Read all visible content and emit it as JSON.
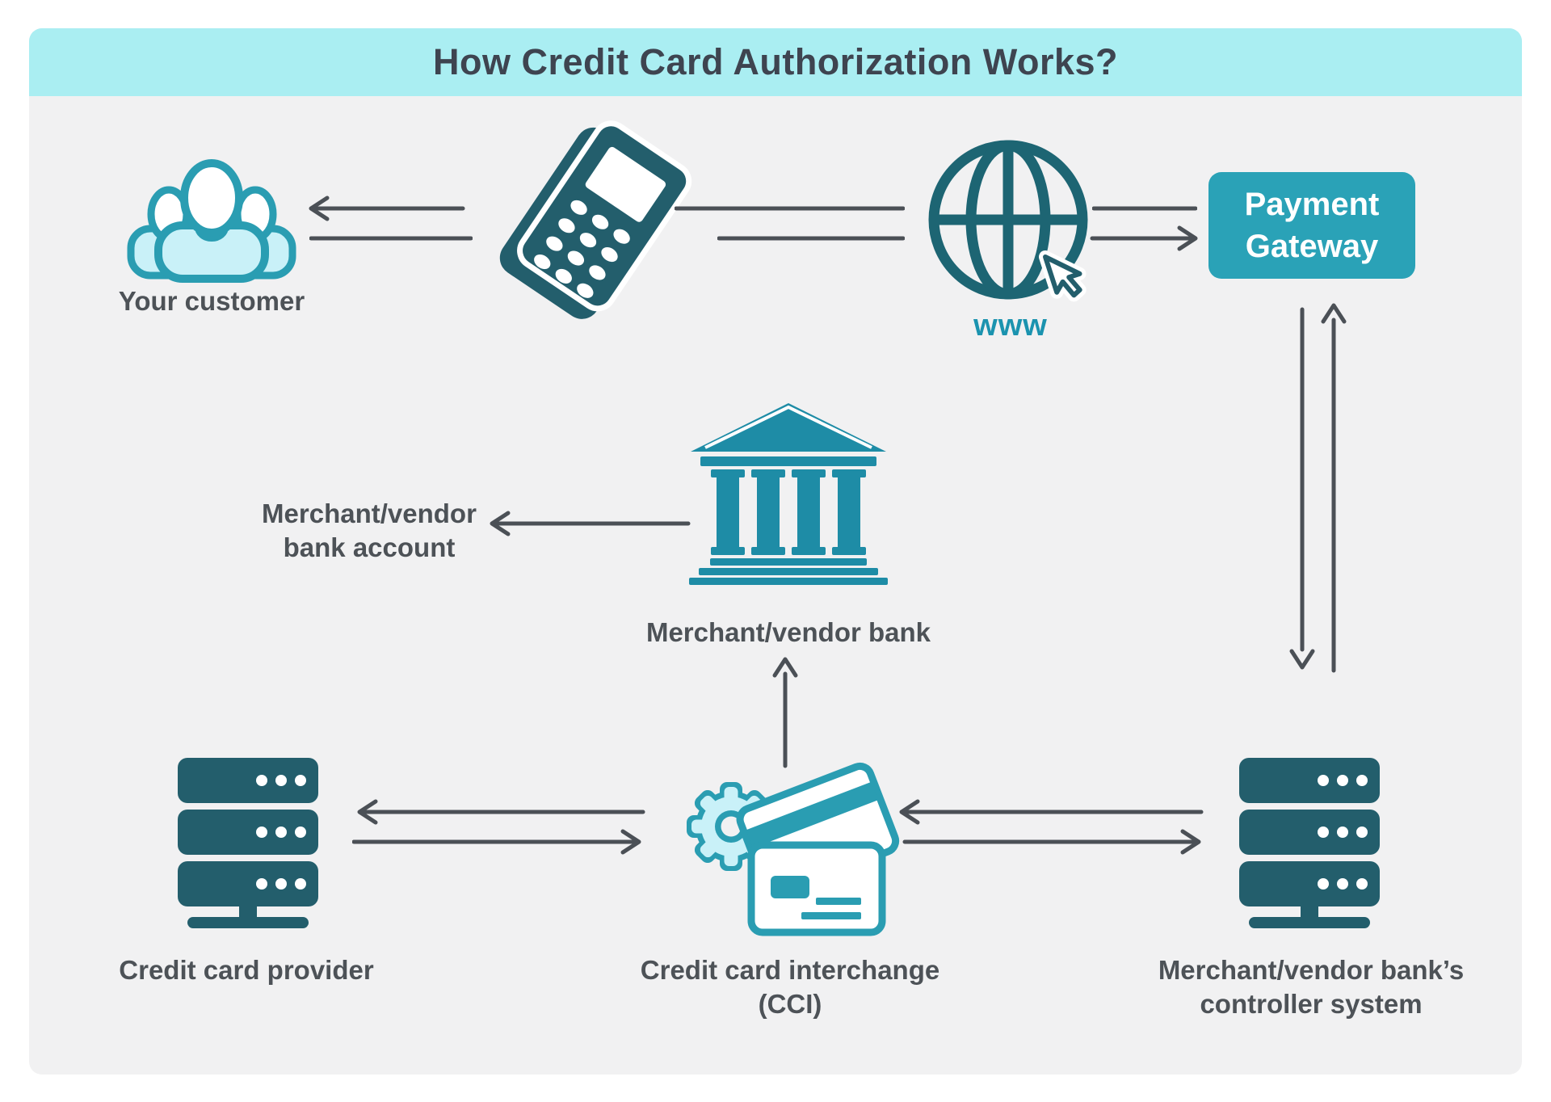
{
  "title": "How Credit Card Authorization Works?",
  "colors": {
    "header_bg": "#aaeef2",
    "panel_bg": "#f1f1f2",
    "dark_teal_icon": "#235e6c",
    "medium_teal_icon": "#1e8ca6",
    "outline_teal_icon": "#2a9db2",
    "light_cyan_fill": "#c9f1f8",
    "gateway_bg": "#2aa2b7",
    "arrow_gray": "#4b5056",
    "label_gray": "#4d5257",
    "title_color": "#3e4450",
    "www_color": "#1b93af"
  },
  "nodes": {
    "customer": {
      "label": "Your customer",
      "icon": "customers-icon"
    },
    "pos_terminal": {
      "icon": "pos-terminal-icon"
    },
    "internet": {
      "label": "www",
      "icon": "globe-cursor-icon"
    },
    "payment_gateway": {
      "label": "Payment\nGateway"
    },
    "merchant_bank": {
      "label": "Merchant/vendor bank",
      "icon": "bank-icon"
    },
    "merchant_bank_account": {
      "label": "Merchant/vendor\nbank account"
    },
    "credit_card_provider": {
      "label": "Credit card provider",
      "icon": "server-icon"
    },
    "credit_card_interchange": {
      "label": "Credit card interchange\n(CCI)",
      "icon": "gear-credit-card-icon"
    },
    "controller_system": {
      "label": "Merchant/vendor bank’s\ncontroller system",
      "icon": "server-icon"
    }
  },
  "edges": [
    {
      "from": "pos_terminal",
      "to": "customer"
    },
    {
      "from": "customer",
      "to": "pos_terminal"
    },
    {
      "from": "pos_terminal",
      "to": "internet"
    },
    {
      "from": "internet",
      "to": "payment_gateway"
    },
    {
      "from": "payment_gateway",
      "to": "controller_system"
    },
    {
      "from": "controller_system",
      "to": "payment_gateway"
    },
    {
      "from": "merchant_bank",
      "to": "merchant_bank_account"
    },
    {
      "from": "credit_card_interchange",
      "to": "merchant_bank"
    },
    {
      "from": "credit_card_interchange",
      "to": "credit_card_provider"
    },
    {
      "from": "credit_card_provider",
      "to": "credit_card_interchange"
    },
    {
      "from": "controller_system",
      "to": "credit_card_interchange"
    },
    {
      "from": "credit_card_interchange",
      "to": "controller_system"
    }
  ]
}
